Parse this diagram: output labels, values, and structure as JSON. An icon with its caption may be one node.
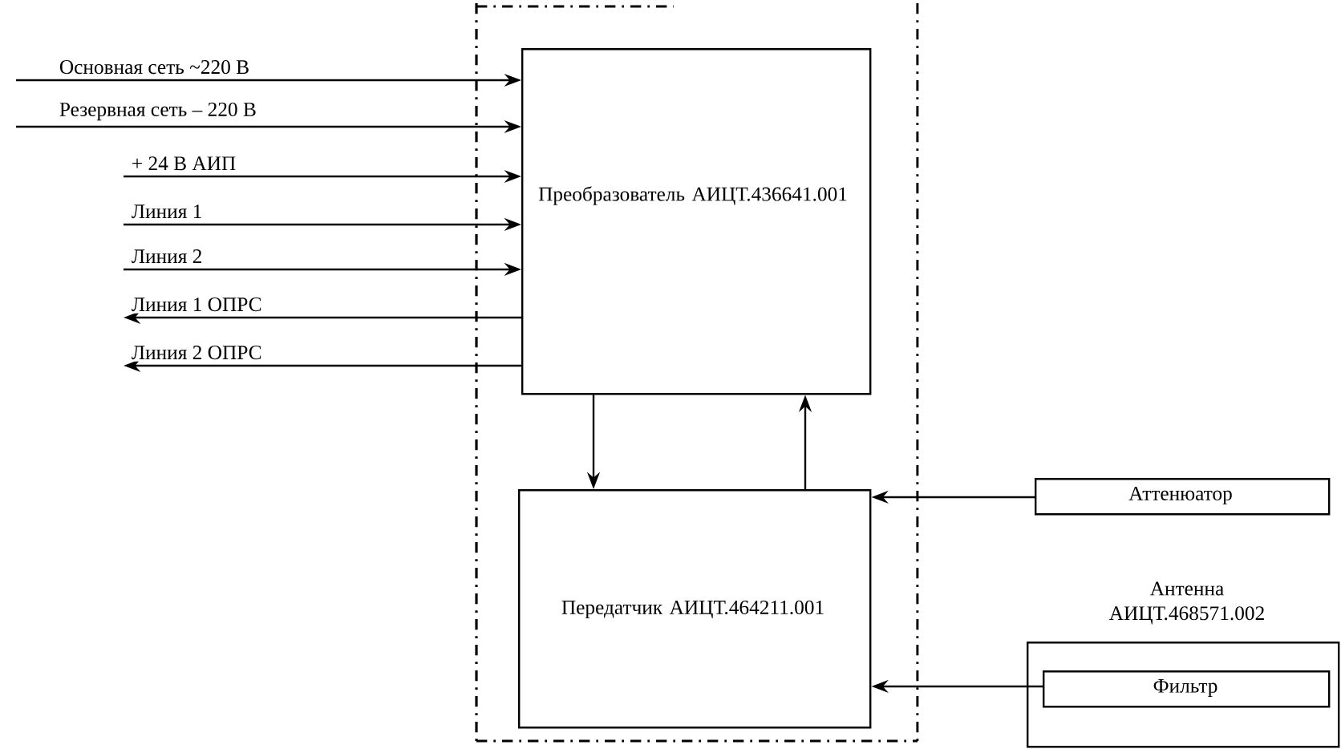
{
  "diagram": {
    "nodes": [
      {
        "text": [
          "Преобразователь АИЦТ.436641.001"
        ]
      },
      {
        "text": [
          "Передатчик АИЦТ.464211.001"
        ]
      },
      {
        "text": [
          "Аттенюатор"
        ]
      },
      {
        "text": [
          "Антенна АИЦТ.468571.002"
        ]
      },
      {
        "text": [
          "Фильтр"
        ],
        "in": 3
      }
    ],
    "edges": [
      {
        "from": null,
        "to": 0,
        "arrow": "to",
        "label": "Основная сеть ~220 В"
      },
      {
        "from": null,
        "to": 0,
        "arrow": "to",
        "label": "Резервная сеть – 220 В"
      },
      {
        "from": null,
        "to": 0,
        "arrow": "to",
        "label": "+ 24 В АИП"
      },
      {
        "from": null,
        "to": 0,
        "arrow": "to",
        "label": "Линия 1"
      },
      {
        "from": null,
        "to": 0,
        "arrow": "to",
        "label": "Линия 2"
      },
      {
        "from": 0,
        "to": null,
        "arrow": "to",
        "label": "Линия 1 ОПРС"
      },
      {
        "from": 0,
        "to": null,
        "arrow": "to",
        "label": "Линия 2 ОПРС"
      },
      {
        "from": 0,
        "to": 1,
        "arrow": "to"
      },
      {
        "from": 1,
        "to": 0,
        "arrow": "to"
      },
      {
        "from": 2,
        "to": 1,
        "arrow": "to"
      },
      {
        "from": 4,
        "to": 1,
        "arrow": "to"
      }
    ]
  }
}
